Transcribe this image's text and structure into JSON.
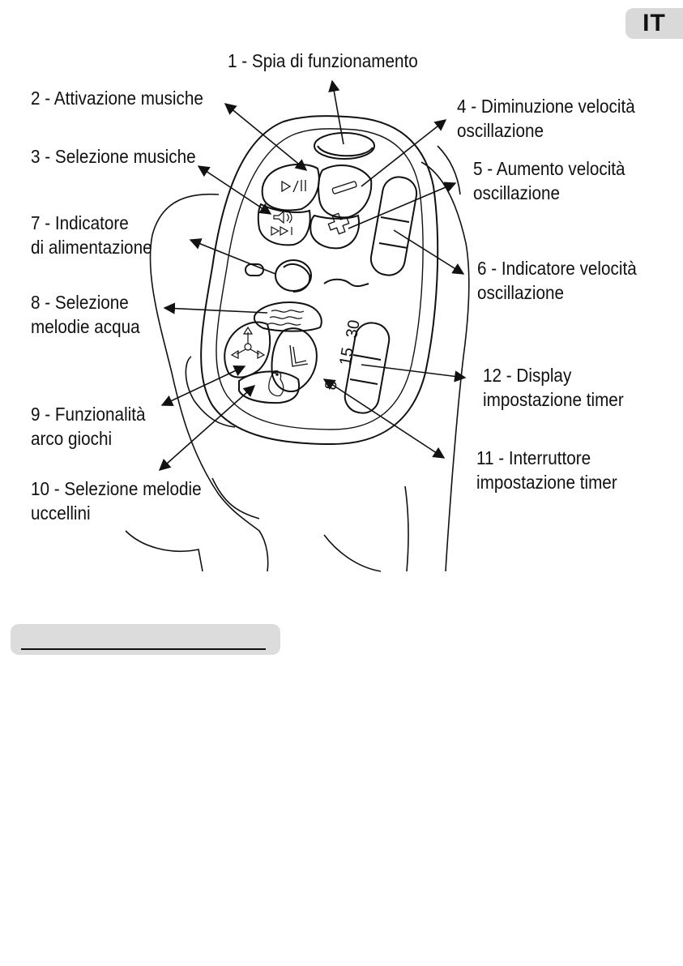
{
  "page": {
    "language_tab": "IT"
  },
  "callouts": [
    {
      "id": "c1",
      "lines": [
        "1 - Spia di funzionamento"
      ]
    },
    {
      "id": "c2",
      "lines": [
        "2 - Attivazione musiche"
      ]
    },
    {
      "id": "c3",
      "lines": [
        "3 - Selezione musiche"
      ]
    },
    {
      "id": "c4",
      "lines": [
        "4 - Diminuzione velocità",
        "oscillazione"
      ]
    },
    {
      "id": "c5",
      "lines": [
        "5 - Aumento velocità",
        "oscillazione"
      ]
    },
    {
      "id": "c6",
      "lines": [
        "6 - Indicatore velocità",
        "oscillazione"
      ]
    },
    {
      "id": "c7",
      "lines": [
        "7 - Indicatore",
        "di alimentazione"
      ]
    },
    {
      "id": "c8",
      "lines": [
        "8 - Selezione",
        "melodie acqua"
      ]
    },
    {
      "id": "c9",
      "lines": [
        "9 - Funzionalità",
        "arco giochi"
      ]
    },
    {
      "id": "c10",
      "lines": [
        "10 - Selezione melodie",
        "uccellini"
      ]
    },
    {
      "id": "c11",
      "lines": [
        "11 - Interruttore",
        "impostazione timer"
      ]
    },
    {
      "id": "c12",
      "lines": [
        "12 - Display",
        "impostazione timer"
      ]
    }
  ],
  "device": {
    "timer_marks": [
      "8",
      "15",
      "30"
    ]
  },
  "icons": {
    "play_pause": "play-pause-icon",
    "music_select": "music-select-icon",
    "minus": "minus-icon",
    "plus": "plus-icon",
    "water": "water-waves-icon",
    "play_arch": "play-arch-icon",
    "bird": "bird-icon",
    "timer": "timer-switch-icon"
  }
}
